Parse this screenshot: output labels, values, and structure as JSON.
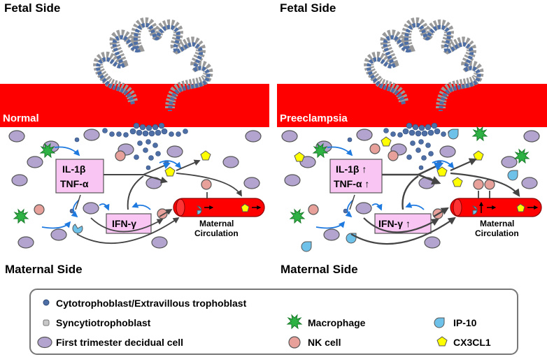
{
  "panels": [
    {
      "fetal_label": "Fetal Side",
      "condition_label": "Normal",
      "maternal_label": "Maternal Side",
      "cytokine_line1": "IL-1β",
      "cytokine_line2": "TNF-α",
      "ifn_label": "IFN-γ",
      "circulation_line1": "Maternal",
      "circulation_line2": "Circulation"
    },
    {
      "fetal_label": "Fetal Side",
      "condition_label": "Preeclampsia",
      "maternal_label": "Maternal Side",
      "cytokine_line1": "IL-1β ↑",
      "cytokine_line2": "TNF-α ↑",
      "ifn_label": "IFN-γ ↑",
      "circulation_line1": "Maternal",
      "circulation_line2": "Circulation"
    }
  ],
  "legend": {
    "cytotrophoblast": "Cytotrophoblast/Extravillous trophoblast",
    "syncytiotrophoblast": "Syncytiotrophoblast",
    "decidual": "First trimester decidual cell",
    "macrophage": "Macrophage",
    "nk_cell": "NK cell",
    "ip10": "IP-10",
    "cx3cl1": "CX3CL1"
  },
  "colors": {
    "band_red": "#ff0000",
    "cytotrophoblast": "#4e6fa5",
    "syncytiotrophoblast": "#c8c8c8",
    "decidual": "#b2a4cf",
    "macrophage": "#2fb244",
    "nk_cell": "#e8a09a",
    "ip10": "#6ec2ea",
    "cx3cl1": "#ffff00",
    "cytokine_box": "#f9c6f4",
    "arrow_blue": "#1f7ae0",
    "arrow_dark": "#444444"
  }
}
